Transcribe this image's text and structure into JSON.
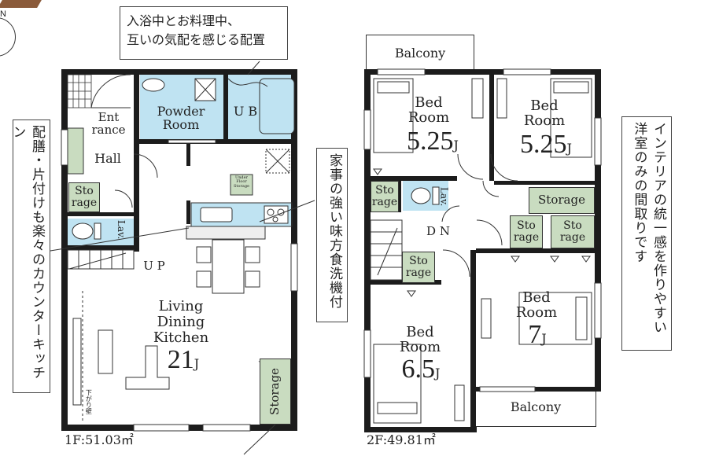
{
  "callouts": {
    "top": [
      "入浴中とお料理中、",
      "互いの気配を感じる配置"
    ],
    "left": "配膳・片付けも楽々のカウンターキッチン",
    "middle": "家事の強い味方食洗機付",
    "right": "インテリアの統一感を作りやすい洋室のみの間取りです"
  },
  "compass": "N",
  "floor1": {
    "area_label": "1F:51.03㎡",
    "powder_room": [
      "Powder",
      "Room"
    ],
    "ub": "U B",
    "entrance": [
      "Ent",
      "rance"
    ],
    "hall": "Hall",
    "storage_small": [
      "Sto",
      "rage"
    ],
    "lav": "Lav.",
    "up": "U P",
    "underfloor": [
      "Under",
      "Floor",
      "Storage"
    ],
    "ldk": [
      "Living",
      "Dining",
      "Kitchen"
    ],
    "ldk_size": "21",
    "ldk_unit": "J",
    "storage_tall": "Storage",
    "sagari": "下がり壁"
  },
  "floor2": {
    "area_label": "2F:49.81㎡",
    "balcony_top": "Balcony",
    "balcony_bottom": "Balcony",
    "bed1": {
      "name": [
        "Bed",
        "Room"
      ],
      "size": "5.25",
      "unit": "J"
    },
    "bed2": {
      "name": [
        "Bed",
        "Room"
      ],
      "size": "5.25",
      "unit": "J"
    },
    "bed3": {
      "name": [
        "Bed",
        "Room"
      ],
      "size": "6.5",
      "unit": "J"
    },
    "bed4": {
      "name": [
        "Bed",
        "Room"
      ],
      "size": "7",
      "unit": "J"
    },
    "storage_left": [
      "Sto",
      "rage"
    ],
    "storage_mid": [
      "Sto",
      "rage"
    ],
    "storage_wide": "Storage",
    "storage_a": [
      "Sto",
      "rage"
    ],
    "storage_b": [
      "Sto",
      "rage"
    ],
    "lav": "Lav.",
    "dn": "D N"
  }
}
